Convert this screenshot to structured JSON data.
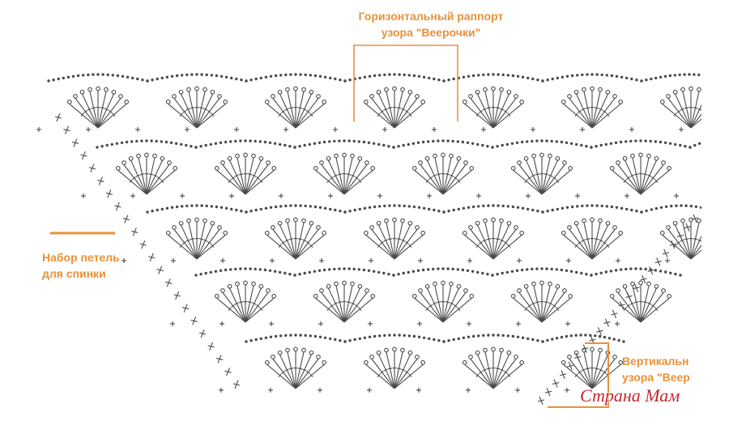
{
  "labels": {
    "horizontal_line1": "Горизонтальный раппорт",
    "horizontal_line2": "узора \"Веерочки\"",
    "backing_line1": "Набор петель",
    "backing_line2": "для спинки",
    "vertical_line1": "Вертикальн",
    "vertical_line2": "узора \"Веер"
  },
  "watermark": "Страна Мам",
  "colors": {
    "label": "#e8913a",
    "stitch": "#4a4a4a",
    "watermark": "#c0282d"
  },
  "diagram": {
    "pattern": "shell-fan crochet chart",
    "rows_of_fans": 5,
    "shape": "inverted trapezoid"
  }
}
